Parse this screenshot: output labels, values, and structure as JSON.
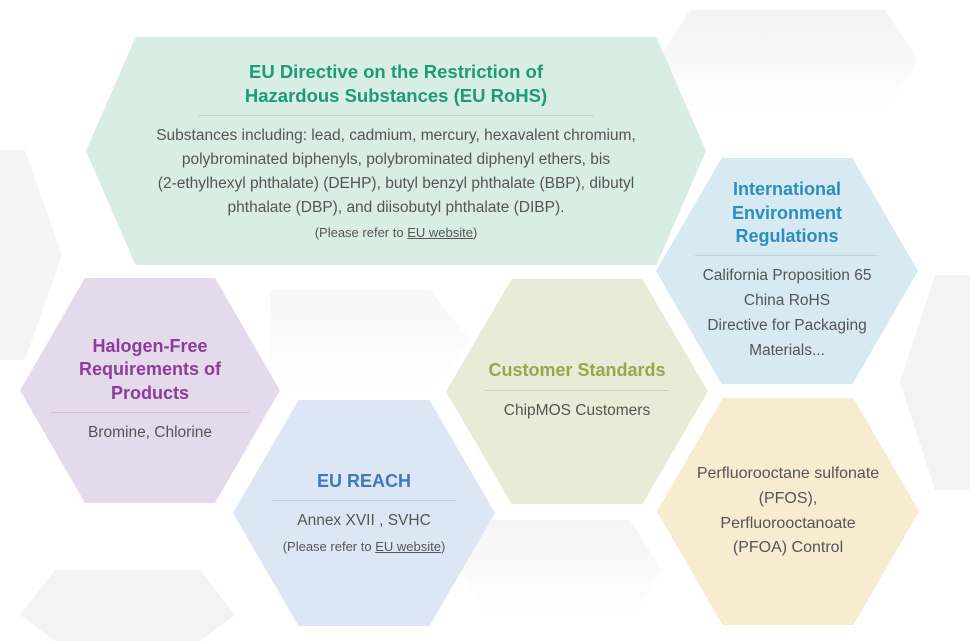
{
  "hexagons": {
    "rohs": {
      "title_line1": "EU Directive on the Restriction of",
      "title_line2": "Hazardous Substances (EU RoHS)",
      "body_line1": "Substances including: lead, cadmium, mercury, hexavalent chromium,",
      "body_line2": "polybrominated biphenyls, polybrominated diphenyl ethers, bis",
      "body_line3": "(2-ethylhexyl phthalate) (DEHP), butyl benzyl phthalate (BBP), dibutyl",
      "body_line4": "phthalate (DBP), and diisobutyl phthalate (DIBP).",
      "note_prefix": "(Please refer to ",
      "note_link": "EU website",
      "note_suffix": ")",
      "color": "#1d9a78"
    },
    "international": {
      "title_line1": "International",
      "title_line2": "Environment",
      "title_line3": "Regulations",
      "items": [
        "California Proposition 65",
        "China RoHS",
        "Directive for Packaging",
        "Materials..."
      ],
      "color": "#2a8fbd"
    },
    "halogen": {
      "title_line1": "Halogen-Free",
      "title_line2": "Requirements of",
      "title_line3": "Products",
      "body": "Bromine, Chlorine",
      "color": "#8b3d98"
    },
    "customer": {
      "title": "Customer Standards",
      "body": "ChipMOS Customers",
      "color": "#98a74a"
    },
    "reach": {
      "title": "EU REACH",
      "body": "Annex XVII , SVHC",
      "note_prefix": "(Please refer to ",
      "note_link": "EU website",
      "note_suffix": ")",
      "color": "#3e79bb"
    },
    "pfos": {
      "lines": [
        "Perfluorooctane sulfonate",
        "(PFOS),",
        "Perfluorooctanoate",
        "(PFOA) Control"
      ]
    }
  }
}
